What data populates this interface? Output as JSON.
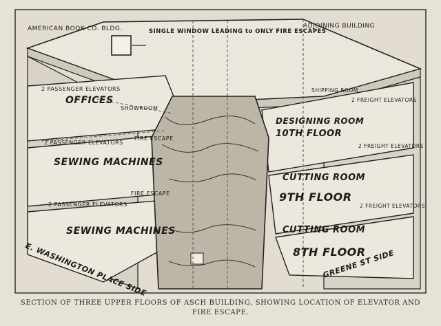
{
  "figure": {
    "labels": {
      "american_book": "AMERICAN BOOK CO. BLDG.",
      "adjoining": "ADJOINING BUILDING",
      "single_window": "SINGLE WINDOW LEADING to ONLY FIRE ESCAPES",
      "offices_elevators": "2 PASSENGER ELEVATORS",
      "offices": "OFFICES",
      "showroom": "SHOWROOM",
      "sewing_elevators_1": "2 PASSENGER ELEVATORS",
      "sewing_machines_1": "SEWING MACHINES",
      "fire_escape_1": "FIRE ESCAPE",
      "sewing_elevators_2": "2 PASSENGER ELEVATORS",
      "fire_escape_2": "FIRE ESCAPE",
      "sewing_machines_2": "SEWING MACHINES",
      "shipping_room": "SHIPPING ROOM",
      "freight_elevators_top": "2 FREIGHT ELEVATORS",
      "designing_room": "DESIGNING ROOM",
      "tenth_floor": "10TH FLOOR",
      "freight_elevators_10": "2 FREIGHT ELEVATORS",
      "cutting_room_9": "CUTTING ROOM",
      "ninth_floor": "9TH FLOOR",
      "freight_elevators_9": "2 FREIGHT ELEVATORS",
      "cutting_room_8": "CUTTING ROOM",
      "eighth_floor": "8TH FLOOR",
      "washington_side": "E. WASHINGTON PLACE SIDE",
      "greene_side": "GREENE ST SIDE"
    },
    "caption": "SECTION OF THREE UPPER FLOORS OF ASCH BUILDING, SHOWING LOCATION OF ELEVATOR AND FIRE ESCAPE."
  }
}
